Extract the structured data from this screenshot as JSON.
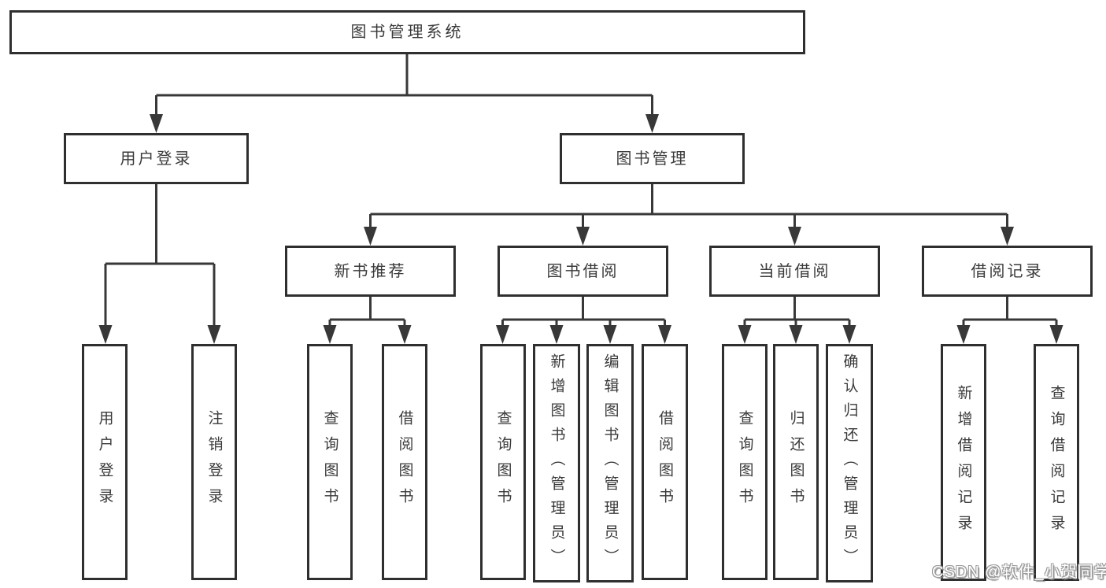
{
  "colors": {
    "background": "#ffffff",
    "box_border": "#2f2f2f",
    "connector_line": "#383838",
    "text": "#3a3a3a",
    "watermark_fill": "#ffffff",
    "watermark_outline": "#9a9a9a"
  },
  "tree": {
    "root": {
      "label": "图书管理系统",
      "children": [
        {
          "label": "用户登录",
          "children": [
            {
              "label": "用户登录"
            },
            {
              "label": "注销登录"
            }
          ]
        },
        {
          "label": "图书管理",
          "children": [
            {
              "label": "新书推荐",
              "children": [
                {
                  "label": "查询图书"
                },
                {
                  "label": "借阅图书"
                }
              ]
            },
            {
              "label": "图书借阅",
              "children": [
                {
                  "label": "查询图书"
                },
                {
                  "label": "新增图书（管理员）"
                },
                {
                  "label": "编辑图书（管理员）"
                },
                {
                  "label": "借阅图书"
                }
              ]
            },
            {
              "label": "当前借阅",
              "children": [
                {
                  "label": "查询图书"
                },
                {
                  "label": "归还图书"
                },
                {
                  "label": "确认归还（管理员）"
                }
              ]
            },
            {
              "label": "借阅记录",
              "children": [
                {
                  "label": "新增借阅记录"
                },
                {
                  "label": "查询借阅记录"
                }
              ]
            }
          ]
        }
      ]
    }
  },
  "watermark": {
    "text": "CSDN @软件_小贺同学"
  }
}
